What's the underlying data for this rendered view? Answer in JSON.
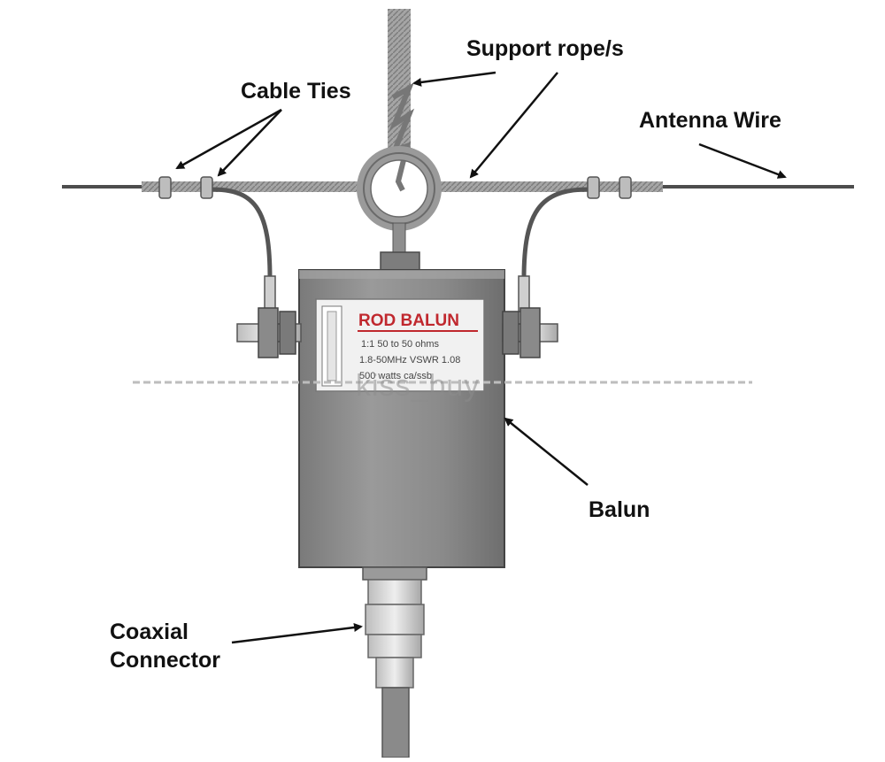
{
  "labels": {
    "support_rope": "Support rope/s",
    "cable_ties": "Cable Ties",
    "antenna_wire": "Antenna Wire",
    "balun": "Balun",
    "coaxial_line1": "Coaxial",
    "coaxial_line2": "Connector"
  },
  "plate": {
    "title": "ROD BALUN",
    "line1": "1:1    50 to 50 ohms",
    "line2": "1.8-50MHz  VSWR 1.08",
    "line3": "500 watts  ca/ssb"
  },
  "watermark": "kiss_buy",
  "colors": {
    "box": "#8c8c8c",
    "box_dark": "#6f6f6f",
    "plate_title": "#c0282e",
    "wire": "#555555",
    "rope": "#9a9a9a",
    "text": "#111111"
  }
}
